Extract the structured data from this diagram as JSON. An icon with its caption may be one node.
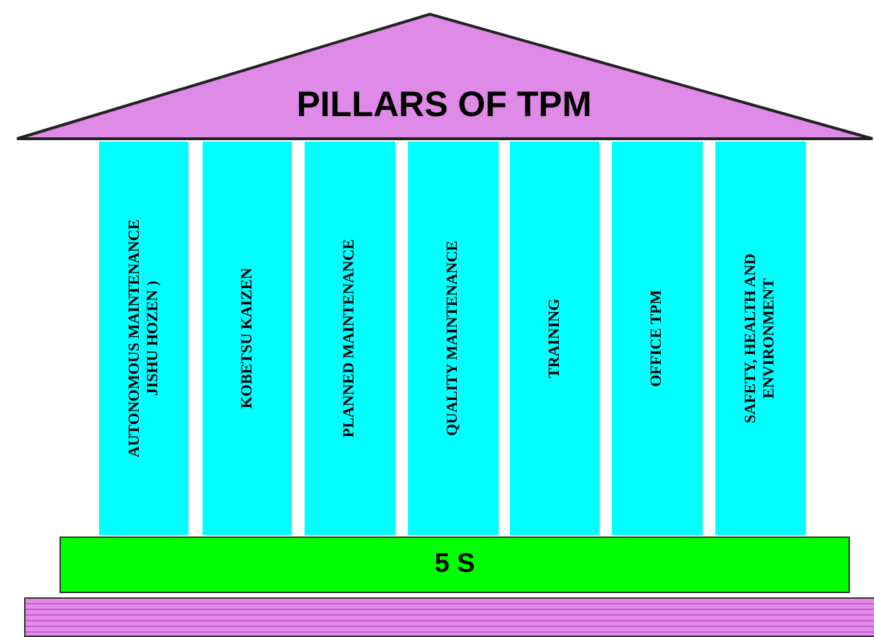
{
  "diagram": {
    "nodes": [
      {
        "text": [
          "PILLARS OF TPM"
        ]
      },
      {
        "text": [
          "AUTONOMOUS MAINTENANCE JISHU HOZEN )"
        ]
      },
      {
        "text": [
          "KOBETSU KAIZEN"
        ]
      },
      {
        "text": [
          "PLANNED MAINTENANCE"
        ]
      },
      {
        "text": [
          "QUALITY MAINTENANCE"
        ]
      },
      {
        "text": [
          "TRAINING"
        ]
      },
      {
        "text": [
          "OFFICE TPM"
        ]
      },
      {
        "text": [
          "SAFETY, HEALTH AND ENVIRONMENT"
        ]
      },
      {
        "text": [
          "5 S"
        ]
      },
      {
        "text": [],
        "shape": "bar"
      }
    ]
  }
}
